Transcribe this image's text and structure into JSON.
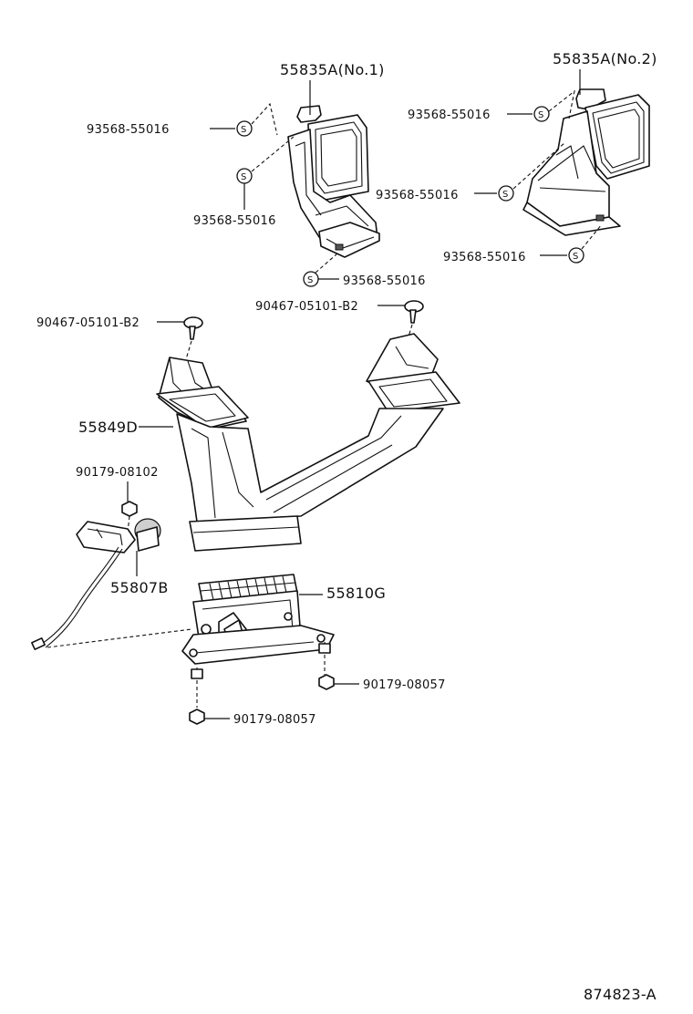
{
  "labels": {
    "duct_no1": "55835A(No.1)",
    "duct_no2": "55835A(No.2)",
    "screw_no1_upper": "93568-55016",
    "screw_no1_middle": "93568-55016",
    "screw_no1_lower": "93568-55016",
    "screw_no2_upper": "93568-55016",
    "screw_no2_middle": "93568-55016",
    "screw_no2_lower": "93568-55016",
    "clip_left": "90467-05101-B2",
    "clip_right": "90467-05101-B2",
    "rear_duct": "55849D",
    "nut_motor": "90179-08102",
    "servo_motor": "55807B",
    "control_unit": "55810G",
    "nut_right": "90179-08057",
    "nut_bottom": "90179-08057",
    "figure_number": "874823-A"
  },
  "screw_symbol_letter": "S"
}
